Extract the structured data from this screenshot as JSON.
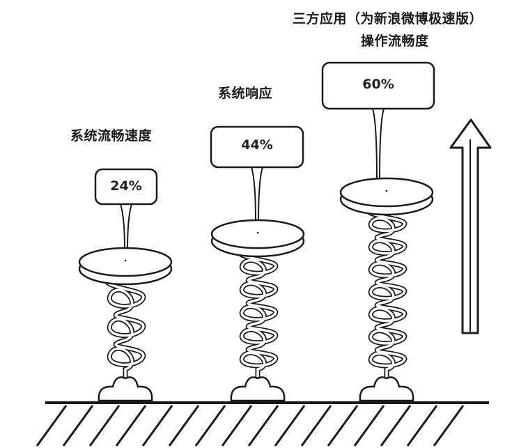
{
  "items": [
    {
      "label": "系统流畅速度",
      "value": "24%",
      "percent": 24
    },
    {
      "label": "系统响应",
      "value": "44%",
      "percent": 44
    },
    {
      "label_line1": "三方应用（为新浪微博极速版）",
      "label_line2": "操作流畅度",
      "value": "60%",
      "percent": 60
    }
  ],
  "arrow_icon": "up-arrow-icon",
  "stroke_color": "#1a1a1a"
}
